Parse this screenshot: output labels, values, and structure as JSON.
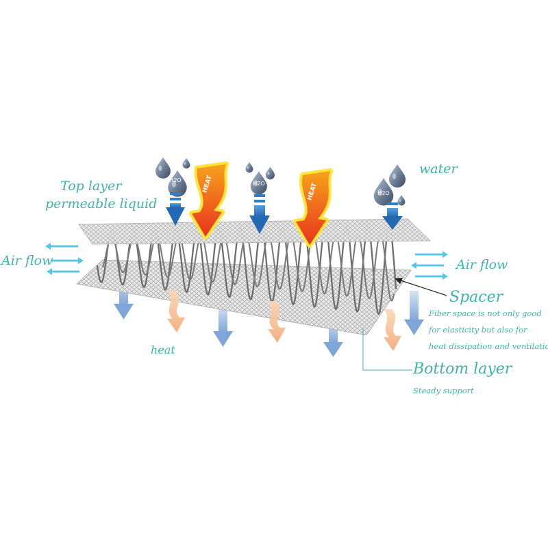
{
  "labels": {
    "water": "water",
    "top_layer_line1": "Top layer",
    "top_layer_line2": "permeable liquid",
    "air_flow_left": "Air flow",
    "air_flow_right": "Air flow",
    "spacer": "Spacer",
    "spacer_desc_line1": "Fiber space is not only good",
    "spacer_desc_line2": "for elasticity but also for",
    "spacer_desc_line3": "heat dissipation and ventilation",
    "heat": "heat",
    "bottom_layer": "Bottom layer",
    "bottom_layer_desc": "Steady support"
  },
  "arrow_labels": {
    "heat": "HEAT",
    "h2o": "H2O"
  },
  "colors": {
    "label": "#3fb4aa",
    "water_arrow": "#2f7fc6",
    "heat_arrow": "#f0451f",
    "heat_glow": "#ffe43a",
    "air_arrow": "#56c8e8",
    "down_arrow": "#8fb3de",
    "drop": "#5b6b80",
    "mesh": "#bdbdbd",
    "spring": "#6e6e6e"
  },
  "icons": [
    "water-drop-icon",
    "heat-arrow-icon",
    "air-flow-arrow-icon",
    "down-arrow-icon",
    "callout-arrow-icon"
  ]
}
